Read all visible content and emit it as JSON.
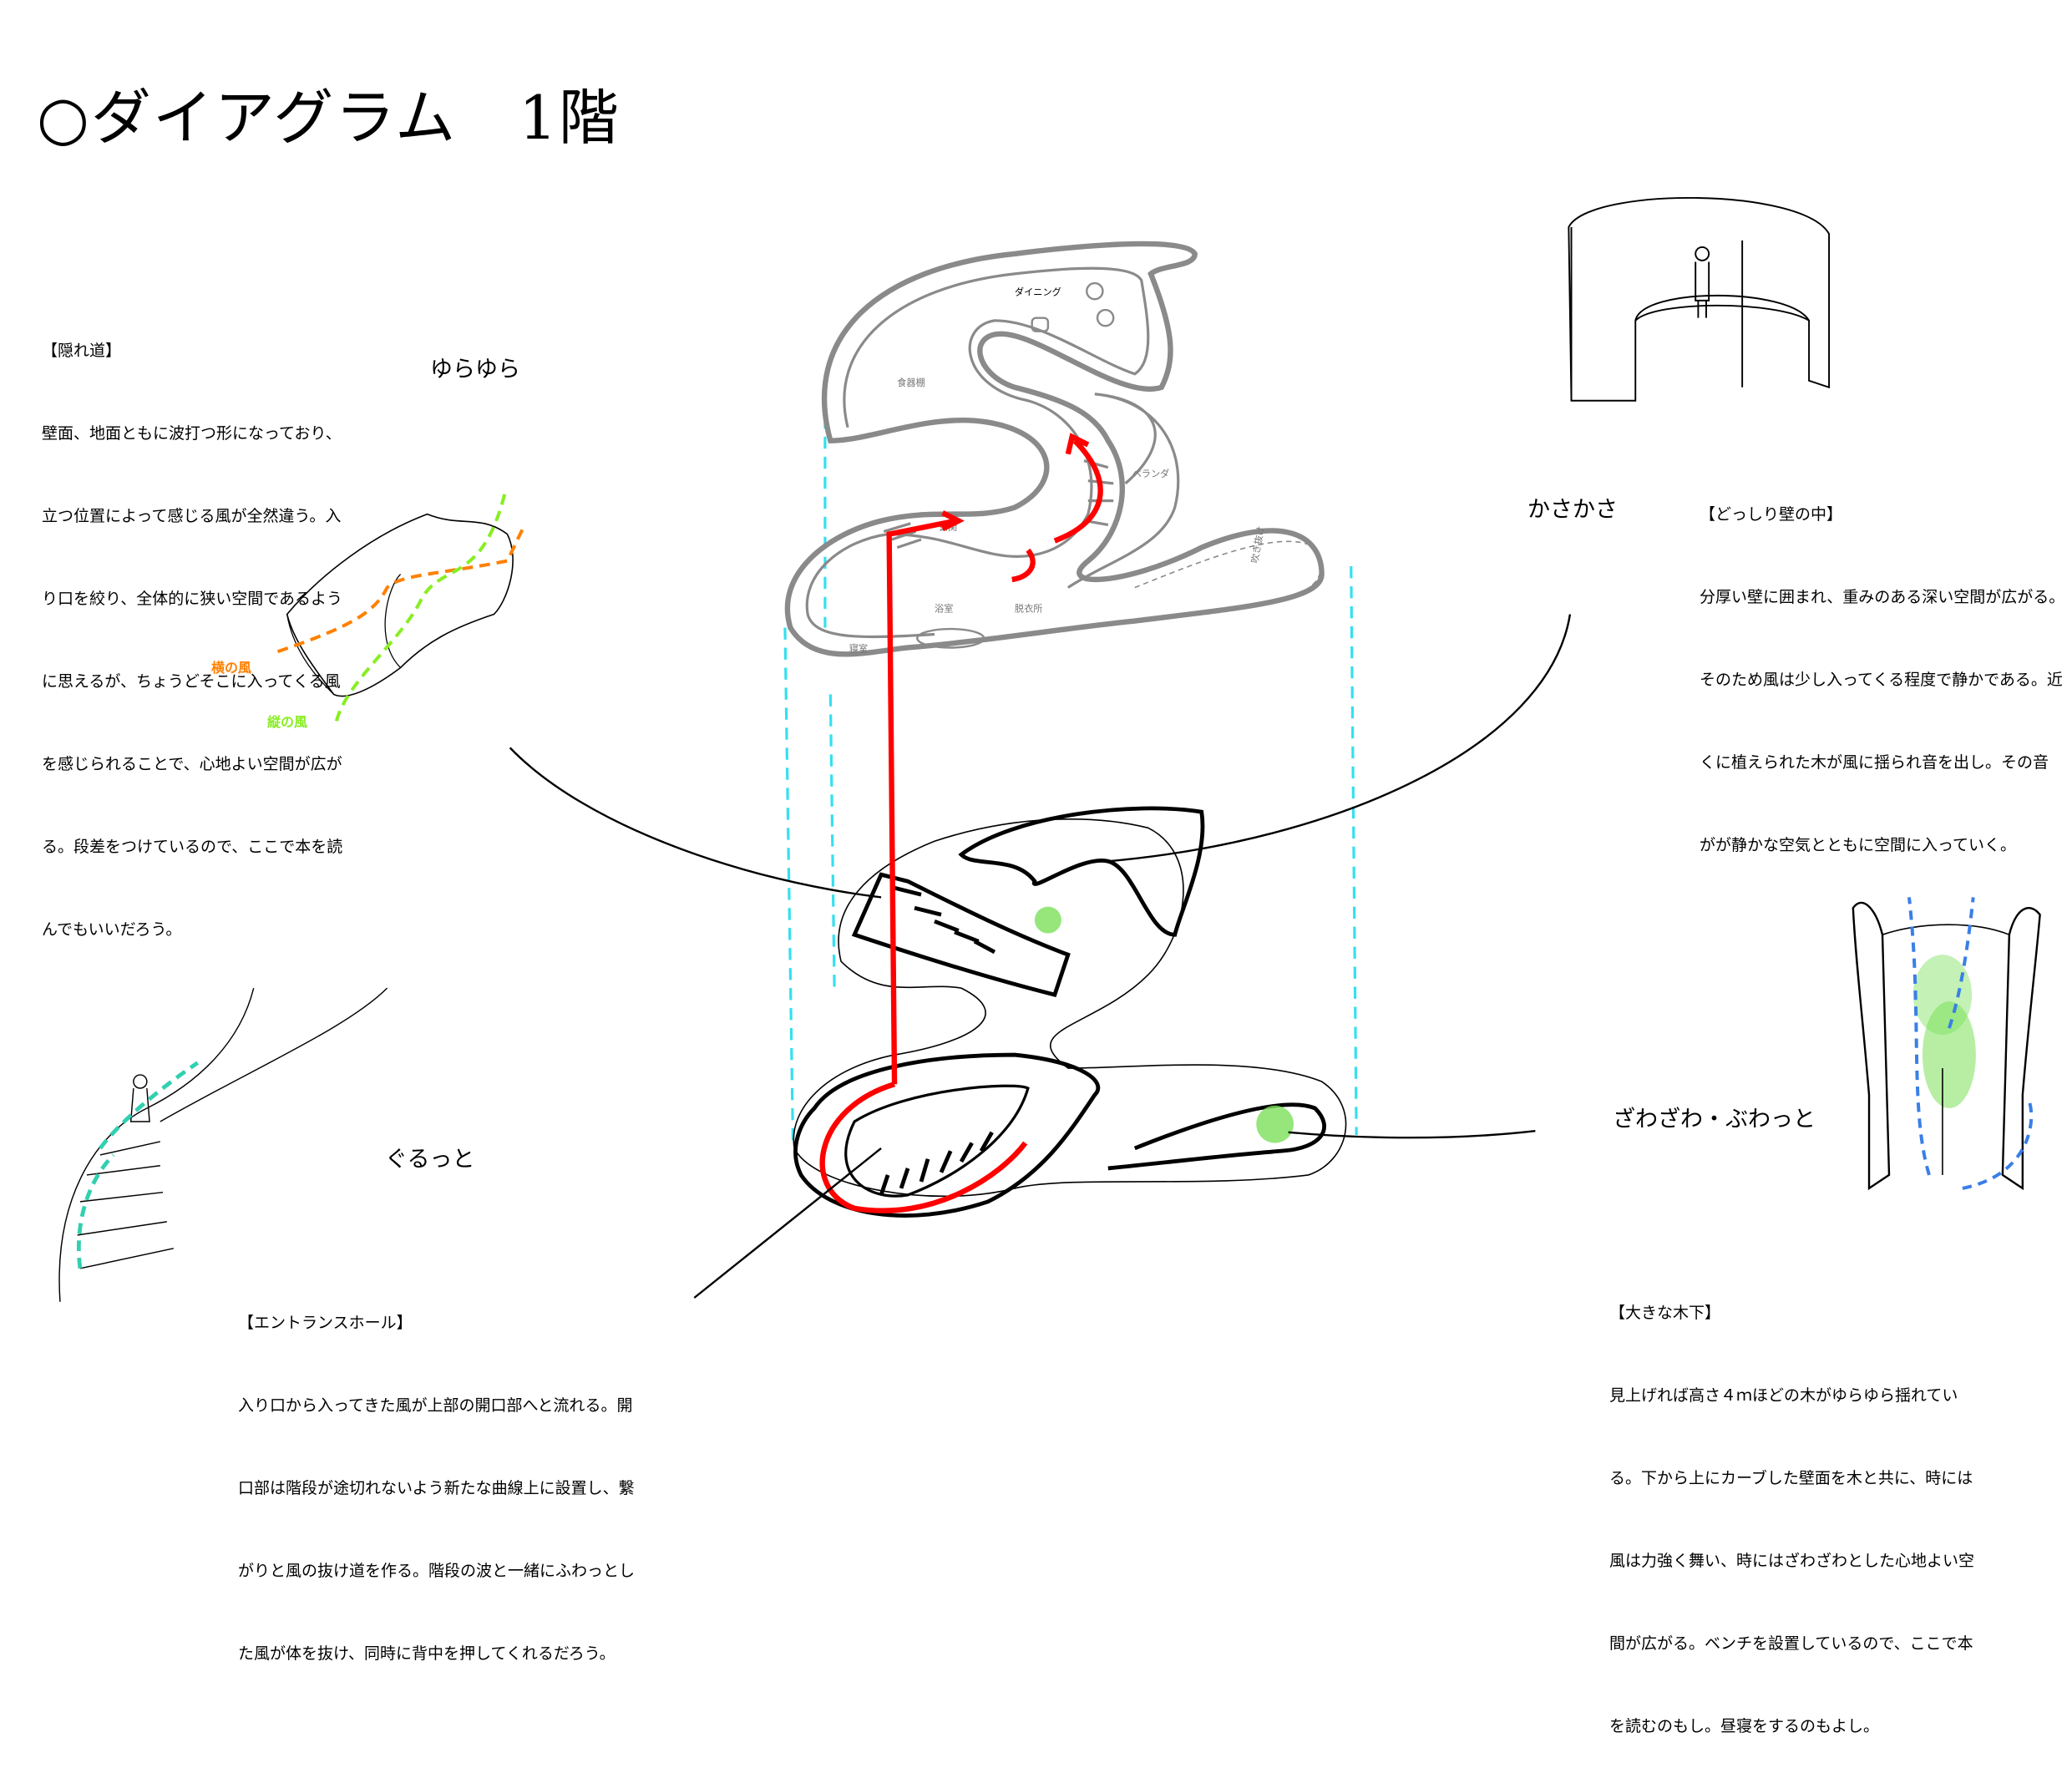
{
  "title": "○ダイアグラム　1階",
  "sections": {
    "yurayura": {
      "name": "ゆらゆら",
      "heading": "【隠れ道】",
      "lines": [
        "壁面、地面ともに波打つ形になっており、",
        "立つ位置によって感じる風が全然違う。入",
        "り口を絞り、全体的に狭い空間であるよう",
        "に思えるが、ちょうどそこに入ってくる風",
        "を感じられることで、心地よい空間が広が",
        "る。段差をつけているので、ここで本を読",
        "んでもいいだろう。"
      ],
      "wind_horizontal": "横の風",
      "wind_vertical": "縦の風"
    },
    "kasakasa": {
      "name": "かさかさ",
      "heading": "【どっしり壁の中】",
      "lines": [
        "分厚い壁に囲まれ、重みのある深い空間が広がる。",
        "そのため風は少し入ってくる程度で静かである。近",
        "くに植えられた木が風に揺られ音を出し。その音",
        "がが静かな空気とともに空間に入っていく。"
      ]
    },
    "gurutto": {
      "name": "ぐるっと",
      "heading": "【エントランスホール】",
      "lines": [
        "入り口から入ってきた風が上部の開口部へと流れる。開",
        "口部は階段が途切れないよう新たな曲線上に設置し、繋",
        "がりと風の抜け道を作る。階段の波と一緒にふわっとし",
        "た風が体を抜け、同時に背中を押してくれるだろう。"
      ]
    },
    "zawazawa": {
      "name": "ざわざわ・ぶわっと",
      "heading": "【大きな木下】",
      "lines": [
        "見上げれば高さ４ｍほどの木がゆらゆら揺れてい",
        "る。下から上にカーブした壁面を木と共に、時には",
        "風は力強く舞い、時にはざわざわとした心地よい空",
        "間が広がる。ベンチを設置しているので、ここで本",
        "を読むのもし。昼寝をするのもよし。"
      ]
    }
  },
  "floor_plan": {
    "rooms": {
      "dining": "ダイニング",
      "cupboard": "食器棚",
      "veranda": "ベランダ",
      "entrance": "玄関",
      "bath": "浴室",
      "dressing": "脱衣所",
      "bedroom": "寝室",
      "void": "吹き抜け"
    }
  },
  "colors": {
    "flow": "#ff0000",
    "guide": "#33e0f0",
    "plan": "#8a8a8a",
    "wind_orange": "#ff8000",
    "wind_green": "#88ee22",
    "wind_teal": "#30d0b0",
    "wind_blue": "#3a7fe6",
    "tree": "#7ce05a"
  }
}
